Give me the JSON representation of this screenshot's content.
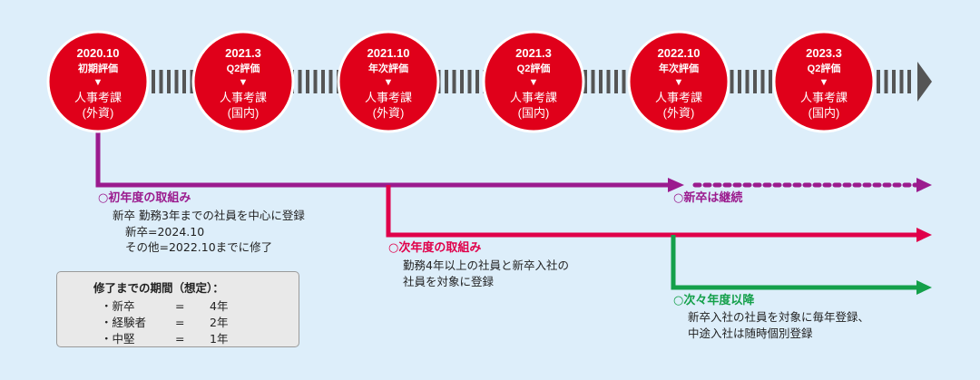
{
  "milestones": [
    {
      "date": "2020.10",
      "type": "初期評価",
      "arrow": "▼",
      "dept": "人事考課",
      "scope": "(外資)"
    },
    {
      "date": "2021.3",
      "type": "Q2評価",
      "arrow": "▼",
      "dept": "人事考課",
      "scope": "(国内)"
    },
    {
      "date": "2021.10",
      "type": "年次評価",
      "arrow": "▼",
      "dept": "人事考課",
      "scope": "(外資)"
    },
    {
      "date": "2021.3",
      "type": "Q2評価",
      "arrow": "▼",
      "dept": "人事考課",
      "scope": "(国内)"
    },
    {
      "date": "2022.10",
      "type": "年次評価",
      "arrow": "▼",
      "dept": "人事考課",
      "scope": "(外資)"
    },
    {
      "date": "2023.3",
      "type": "Q2評価",
      "arrow": "▼",
      "dept": "人事考課",
      "scope": "(国内)"
    }
  ],
  "colors": {
    "circle": "#e0001a",
    "circle_border": "#ffffff",
    "timeline": "#555555",
    "first_year": "#9b1b8e",
    "second_year": "#e0004a",
    "third_year": "#14a04a",
    "background": "#ddeefa"
  },
  "first_year": {
    "title": "○初年度の取組み",
    "lines": [
      "新卒  勤務3年までの社員を中心に登録",
      "新卒=2024.10",
      "その他=2022.10までに修了"
    ],
    "continue": "○新卒は継続"
  },
  "second_year": {
    "title": "○次年度の取組み",
    "lines": [
      "勤務4年以上の社員と新卒入社の",
      "社員を対象に登録"
    ]
  },
  "third_year": {
    "title": "○次々年度以降",
    "lines": [
      "新卒入社の社員を対象に毎年登録、",
      "中途入社は随時個別登録"
    ]
  },
  "summary": {
    "title": "修了までの期間（想定）：",
    "rows": [
      {
        "label": "・新卒",
        "eq": "=",
        "value": "4年"
      },
      {
        "label": "・経験者",
        "eq": "=",
        "value": "2年"
      },
      {
        "label": "・中堅",
        "eq": "=",
        "value": "1年"
      }
    ]
  }
}
